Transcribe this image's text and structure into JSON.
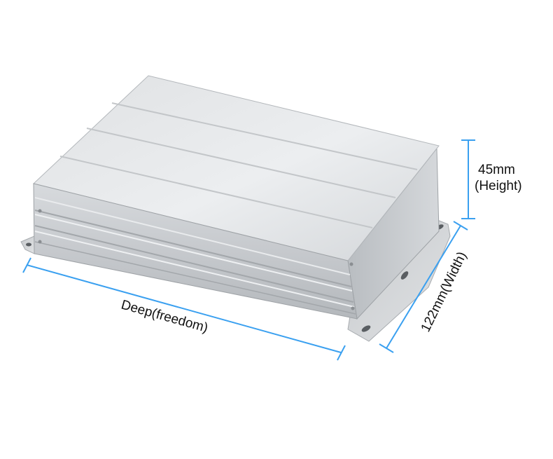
{
  "dimensions": {
    "height": {
      "value_label": "45mm",
      "name_label": "(Height)"
    },
    "width": {
      "label": "122mm(Width)"
    },
    "depth": {
      "label": "Deep(freedom)"
    }
  },
  "colors": {
    "dimension_line": "#3aa0f0",
    "enclosure_light": "#e2e4e6",
    "enclosure_mid": "#c9cccf",
    "enclosure_dark": "#a9adb1"
  }
}
